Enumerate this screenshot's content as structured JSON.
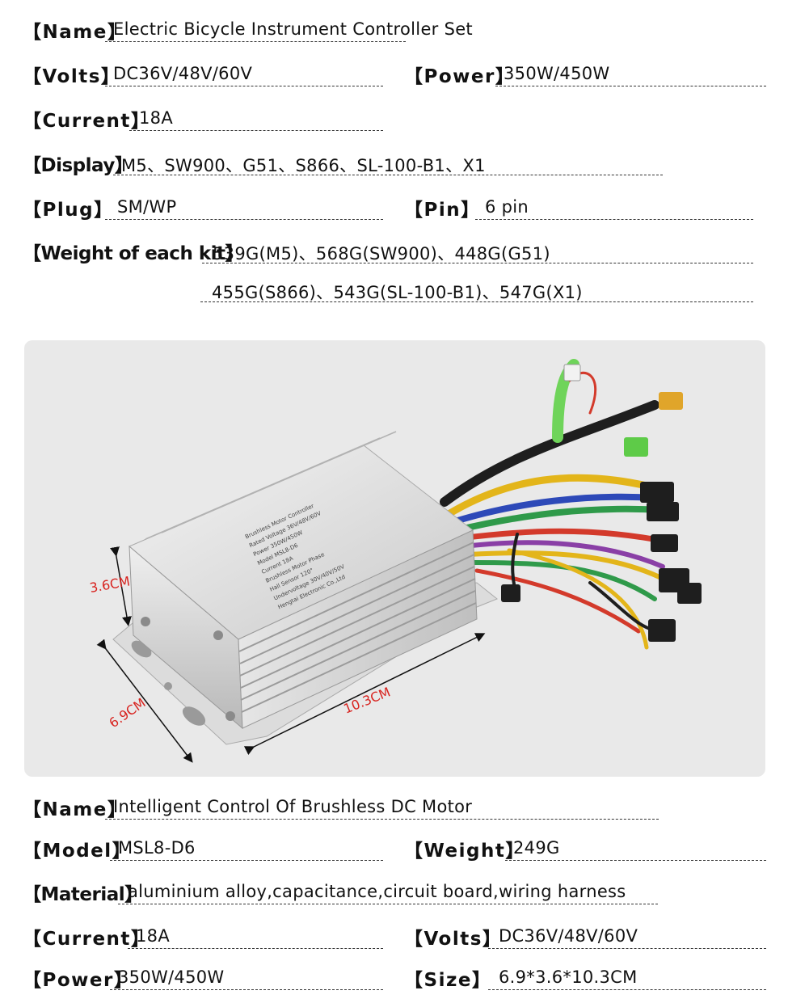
{
  "product_spec": {
    "name": {
      "label": "【Name】",
      "value": "Electric Bicycle Instrument Controller Set"
    },
    "volts": {
      "label": "【Volts】",
      "value": "DC36V/48V/60V"
    },
    "power": {
      "label": "【Power】",
      "value": "350W/450W"
    },
    "current": {
      "label": "【Current】",
      "value": "18A"
    },
    "display": {
      "label": "【Display】",
      "value": "M5、SW900、G51、S866、SL-100-B1、X1"
    },
    "plug": {
      "label": "【Plug】",
      "value": "SM/WP"
    },
    "pin": {
      "label": "【Pin】",
      "value": "6 pin"
    },
    "weight": {
      "label": "【Weight of each kit】",
      "line1": "539G(M5)、568G(SW900)、448G(G51)",
      "line2": "455G(S866)、543G(SL-100-B1)、547G(X1)"
    }
  },
  "image": {
    "dim_height": "3.6CM",
    "dim_width": "6.9CM",
    "dim_length": "10.3CM",
    "label_lines": [
      "Brushless Motor Controller",
      "Rated Voltage 36V/48V/60V",
      "Power 350W/450W",
      "Model MSL8-D6",
      "Current 18A",
      "Brushless Motor Phase",
      "Hall Sensor 120°",
      "Undervoltage 30V/40V/50V",
      "Hengtai Electronic Co.,Ltd"
    ],
    "colors": {
      "wire_yellow": "#e3b51a",
      "wire_blue": "#2d49b8",
      "wire_green": "#2f9a4a",
      "wire_red": "#d33a2b",
      "connector": "#1e1e1e",
      "dim_red": "#d8231f"
    }
  },
  "controller_spec": {
    "name": {
      "label": "【Name】",
      "value": "Intelligent Control Of Brushless DC Motor"
    },
    "model": {
      "label": "【Model】",
      "value": "MSL8-D6"
    },
    "weight": {
      "label": "【Weight】",
      "value": "249G"
    },
    "material": {
      "label": "【Material】",
      "value": "aluminium alloy,capacitance,circuit board,wiring harness"
    },
    "current": {
      "label": "【Current】",
      "value": "18A"
    },
    "volts": {
      "label": "【Volts】",
      "value": "DC36V/48V/60V"
    },
    "power": {
      "label": "【Power】",
      "value": "350W/450W"
    },
    "size": {
      "label": "【Size】",
      "value": "6.9*3.6*10.3CM"
    }
  }
}
